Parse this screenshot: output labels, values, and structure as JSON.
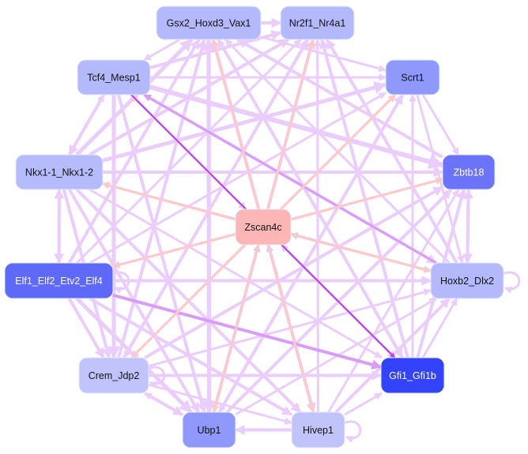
{
  "colors": {
    "edge_default": "#ebcdfb",
    "edge_from_zscan": "#fdc9c9",
    "edge_to_zscan": "#c9d1f9",
    "edge_strong": "#b13ff5",
    "edge_medium": "#d99cf9"
  },
  "nodes": [
    {
      "id": "gsx2",
      "label": "Gsx2_Hoxd3_Vax1",
      "fill": "#b4b9fc",
      "text": "#111"
    },
    {
      "id": "nr2f1",
      "label": "Nr2f1_Nr4a1",
      "fill": "#b4b9fc",
      "text": "#111"
    },
    {
      "id": "tcf4",
      "label": "Tcf4_Mesp1",
      "fill": "#b4b9fc",
      "text": "#111"
    },
    {
      "id": "scrt1",
      "label": "Scrt1",
      "fill": "#8f99fb",
      "text": "#111"
    },
    {
      "id": "nkx1",
      "label": "Nkx1-1_Nkx1-2",
      "fill": "#b6bbfc",
      "text": "#111"
    },
    {
      "id": "zbtb18",
      "label": "Zbtb18",
      "fill": "#6b74f8",
      "text": "#fff"
    },
    {
      "id": "zscan4c",
      "label": "Zscan4c",
      "fill": "#fdb6b6",
      "text": "#111"
    },
    {
      "id": "elf1",
      "label": "Elf1_Elf2_Etv2_Elf4",
      "fill": "#5f69f7",
      "text": "#fff"
    },
    {
      "id": "hoxb2",
      "label": "Hoxb2_Dlx2",
      "fill": "#b4b9fc",
      "text": "#111"
    },
    {
      "id": "crem",
      "label": "Crem_Jdp2",
      "fill": "#c1c4fb",
      "text": "#111"
    },
    {
      "id": "gfi1",
      "label": "Gfi1_Gfi1b",
      "fill": "#3343f9",
      "text": "#fff"
    },
    {
      "id": "ubp1",
      "label": "Ubp1",
      "fill": "#8f99fb",
      "text": "#111"
    },
    {
      "id": "hivep1",
      "label": "Hivep1",
      "fill": "#c1c4fb",
      "text": "#111"
    }
  ],
  "edges": [
    [
      "gsx2",
      "nr2f1",
      "default",
      4
    ],
    [
      "tcf4",
      "nr2f1",
      "default",
      4
    ],
    [
      "tcf4",
      "scrt1",
      "default",
      3
    ],
    [
      "gsx2",
      "scrt1",
      "default",
      3
    ],
    [
      "tcf4",
      "nkx1",
      "default",
      4
    ],
    [
      "nkx1",
      "tcf4",
      "default",
      3
    ],
    [
      "nkx1",
      "gsx2",
      "default",
      5
    ],
    [
      "nkx1",
      "nr2f1",
      "default",
      4
    ],
    [
      "nkx1",
      "scrt1",
      "default",
      5
    ],
    [
      "nkx1",
      "zbtb18",
      "default",
      4
    ],
    [
      "tcf4",
      "zbtb18",
      "default",
      6
    ],
    [
      "tcf4",
      "hoxb2",
      "default",
      4
    ],
    [
      "tcf4",
      "ubp1",
      "default",
      4
    ],
    [
      "tcf4",
      "crem",
      "default",
      5
    ],
    [
      "tcf4",
      "gfi1",
      "strong",
      2
    ],
    [
      "elf1",
      "gfi1",
      "medium",
      4
    ],
    [
      "elf1",
      "nkx1",
      "default",
      4
    ],
    [
      "nkx1",
      "elf1",
      "default",
      4
    ],
    [
      "elf1",
      "hoxb2",
      "default",
      4
    ],
    [
      "elf1",
      "crem",
      "default",
      4
    ],
    [
      "elf1",
      "ubp1",
      "default",
      5
    ],
    [
      "elf1",
      "hivep1",
      "default",
      4
    ],
    [
      "elf1",
      "gsx2",
      "default",
      4
    ],
    [
      "elf1",
      "nr2f1",
      "default",
      3
    ],
    [
      "elf1",
      "scrt1",
      "default",
      3
    ],
    [
      "elf1",
      "zbtb18",
      "default",
      3
    ],
    [
      "crem",
      "ubp1",
      "default",
      4
    ],
    [
      "ubp1",
      "crem",
      "default",
      3
    ],
    [
      "crem",
      "gfi1",
      "default",
      4
    ],
    [
      "crem",
      "hivep1",
      "default",
      3
    ],
    [
      "crem",
      "gsx2",
      "default",
      4
    ],
    [
      "crem",
      "nr2f1",
      "default",
      4
    ],
    [
      "crem",
      "zbtb18",
      "default",
      4
    ],
    [
      "crem",
      "hoxb2",
      "default",
      3
    ],
    [
      "hivep1",
      "ubp1",
      "default",
      4
    ],
    [
      "hivep1",
      "gfi1",
      "default",
      3
    ],
    [
      "hivep1",
      "hoxb2",
      "default",
      4
    ],
    [
      "hivep1",
      "zbtb18",
      "default",
      3
    ],
    [
      "hivep1",
      "nr2f1",
      "default",
      3
    ],
    [
      "hivep1",
      "gsx2",
      "default",
      4
    ],
    [
      "ubp1",
      "gsx2",
      "default",
      5
    ],
    [
      "ubp1",
      "nr2f1",
      "default",
      4
    ],
    [
      "ubp1",
      "zbtb18",
      "default",
      4
    ],
    [
      "ubp1",
      "hoxb2",
      "default",
      3
    ],
    [
      "ubp1",
      "scrt1",
      "default",
      4
    ],
    [
      "gfi1",
      "zbtb18",
      "default",
      4
    ],
    [
      "gfi1",
      "hoxb2",
      "default",
      3
    ],
    [
      "gfi1",
      "scrt1",
      "default",
      3
    ],
    [
      "gfi1",
      "nr2f1",
      "default",
      4
    ],
    [
      "gfi1",
      "gsx2",
      "default",
      3
    ],
    [
      "hoxb2",
      "zbtb18",
      "default",
      4
    ],
    [
      "zbtb18",
      "hoxb2",
      "default",
      4
    ],
    [
      "hoxb2",
      "nr2f1",
      "default",
      4
    ],
    [
      "hoxb2",
      "gsx2",
      "default",
      3
    ],
    [
      "hoxb2",
      "nkx1",
      "default",
      3
    ],
    [
      "hoxb2",
      "tcf4",
      "medium",
      3
    ],
    [
      "zbtb18",
      "gsx2",
      "default",
      4
    ],
    [
      "scrt1",
      "zbtb18",
      "default",
      3
    ],
    [
      "scrt1",
      "hoxb2",
      "default",
      3
    ],
    [
      "scrt1",
      "ubp1",
      "default",
      3
    ],
    [
      "scrt1",
      "crem",
      "default",
      3
    ],
    [
      "nr2f1",
      "crem",
      "default",
      3
    ],
    [
      "gsx2",
      "ubp1",
      "default",
      5
    ],
    [
      "gsx2",
      "hivep1",
      "default",
      4
    ],
    [
      "gsx2",
      "gfi1",
      "default",
      4
    ],
    [
      "gsx2",
      "tcf4",
      "default",
      3
    ],
    [
      "nkx1",
      "hivep1",
      "default",
      4
    ],
    [
      "nkx1",
      "gfi1",
      "default",
      3
    ],
    [
      "nkx1",
      "ubp1",
      "default",
      4
    ],
    [
      "nkx1",
      "crem",
      "default",
      4
    ],
    [
      "nkx1",
      "hoxb2",
      "default",
      3
    ],
    [
      "zscan4c",
      "gsx2",
      "from",
      3
    ],
    [
      "zscan4c",
      "nr2f1",
      "from",
      3
    ],
    [
      "zscan4c",
      "scrt1",
      "from",
      3
    ],
    [
      "zscan4c",
      "zbtb18",
      "from",
      3
    ],
    [
      "zscan4c",
      "hoxb2",
      "from",
      3
    ],
    [
      "zscan4c",
      "gfi1",
      "from",
      3
    ],
    [
      "zscan4c",
      "hivep1",
      "from",
      3
    ],
    [
      "zscan4c",
      "ubp1",
      "from",
      3
    ],
    [
      "zscan4c",
      "crem",
      "from",
      3
    ],
    [
      "zscan4c",
      "elf1",
      "from",
      3
    ],
    [
      "zscan4c",
      "nkx1",
      "from",
      3
    ],
    [
      "zscan4c",
      "tcf4",
      "from",
      3
    ],
    [
      "tcf4",
      "zscan4c",
      "to",
      3
    ],
    [
      "hoxb2",
      "zscan4c",
      "to",
      3
    ],
    [
      "gfi1",
      "zscan4c",
      "to",
      3
    ],
    [
      "ubp1",
      "zscan4c",
      "to",
      3
    ],
    [
      "hivep1",
      "zscan4c",
      "to",
      3
    ]
  ],
  "self_loops": [
    "elf1",
    "hoxb2",
    "crem",
    "hivep1"
  ]
}
